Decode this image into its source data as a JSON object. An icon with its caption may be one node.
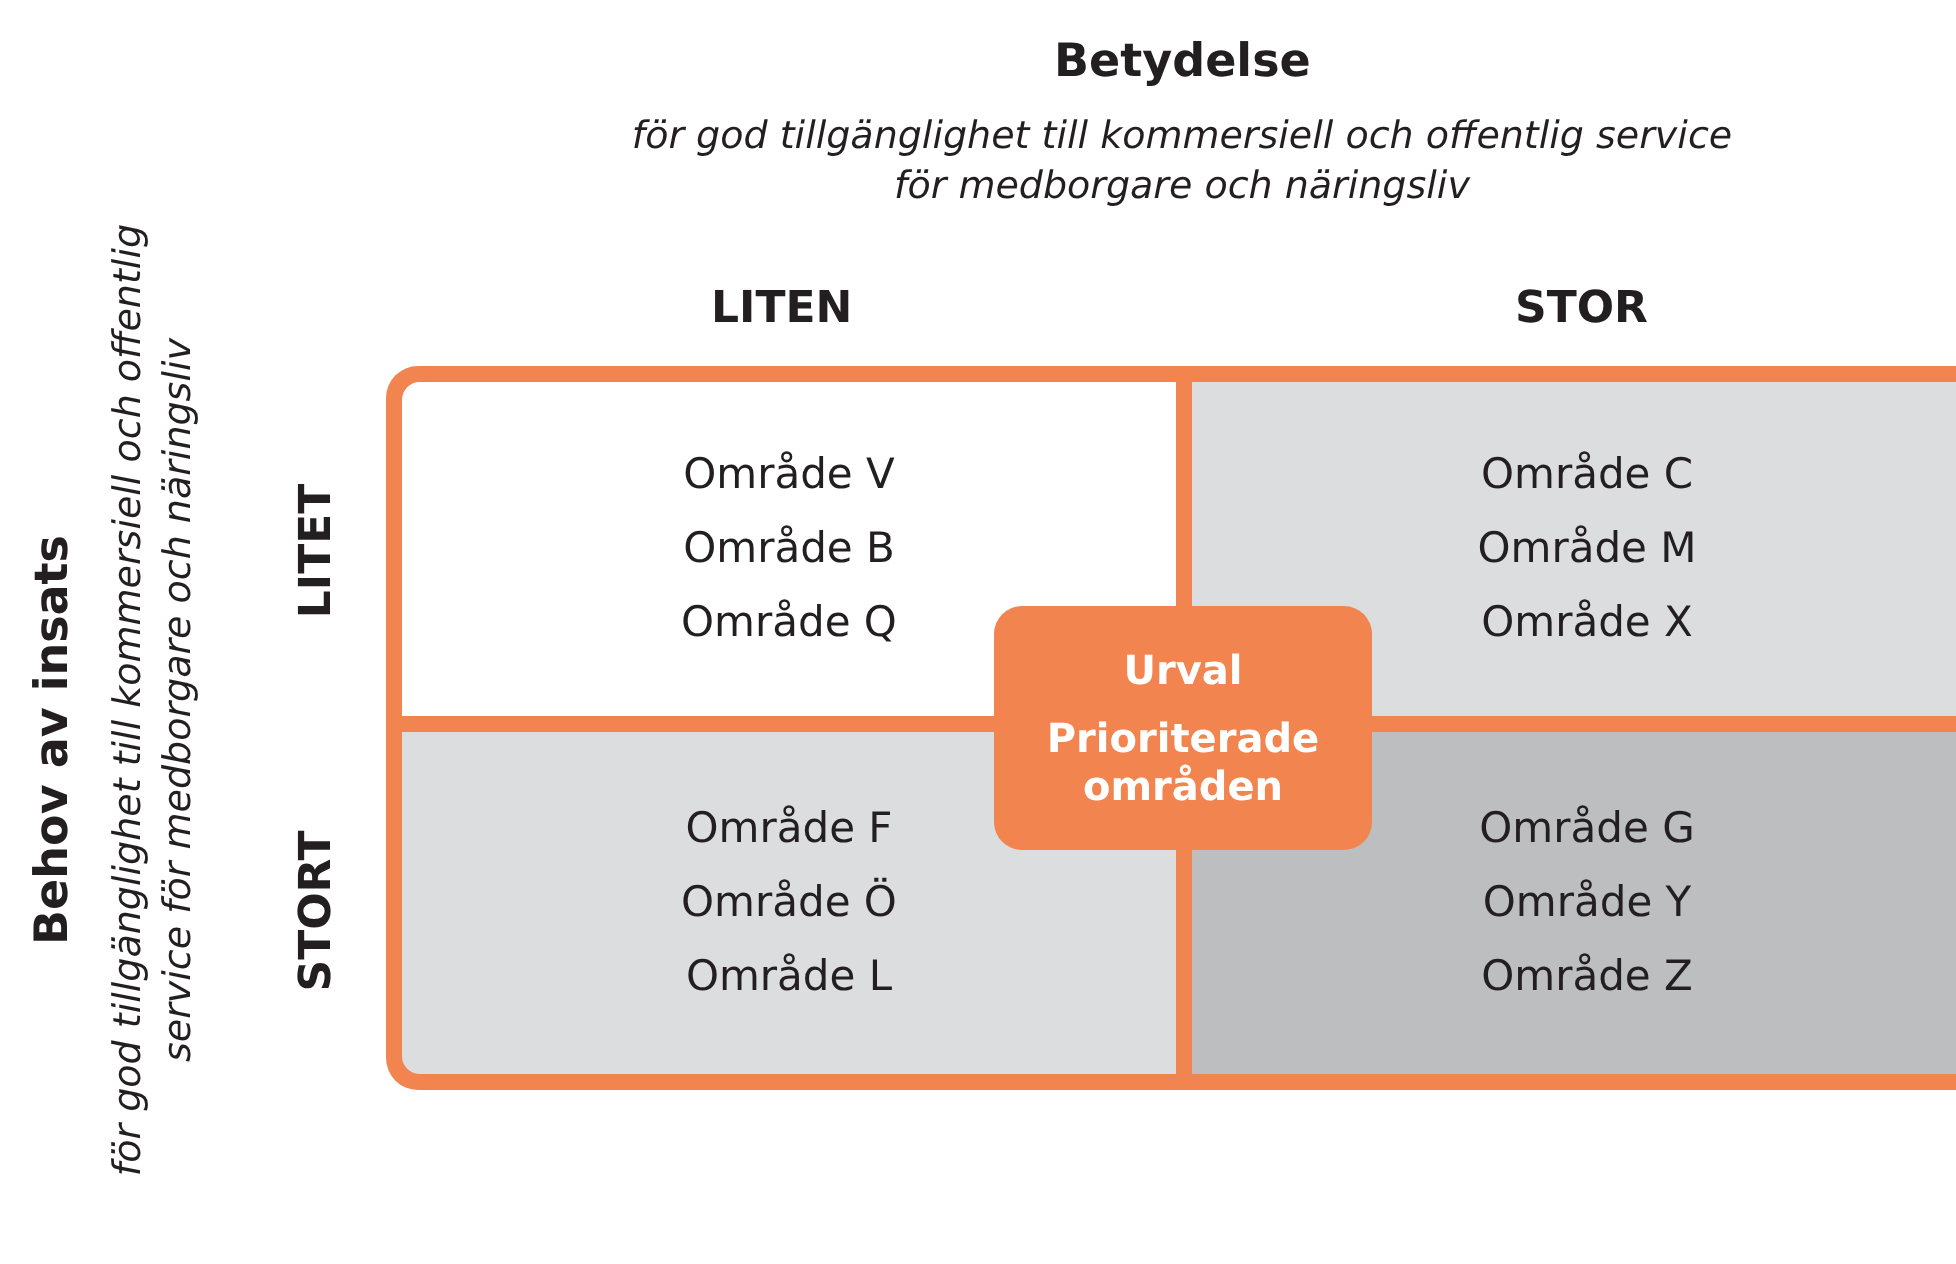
{
  "diagram": {
    "nodes": [
      {
        "text": [
          "Område V",
          "Område B",
          "Område Q"
        ]
      },
      {
        "text": [
          "Område C",
          "Område M",
          "Område X"
        ]
      },
      {
        "text": [
          "Område F",
          "Område Ö",
          "Område L"
        ]
      },
      {
        "text": [
          "Område G",
          "Område Y",
          "Område Z"
        ]
      },
      {
        "text": [
          "Urval",
          "Prioriterade områden"
        ]
      }
    ],
    "edges": [],
    "labels": [
      "Betydelse",
      "för god tillgänglighet till kommersiell och offentlig service för medborgare och näringsliv",
      "LITEN",
      "STOR",
      "Behov av insats",
      "för god tillgänglighet till kommersiell och offentlig service för medborgare och näringsliv",
      "LITET",
      "STORT"
    ]
  }
}
